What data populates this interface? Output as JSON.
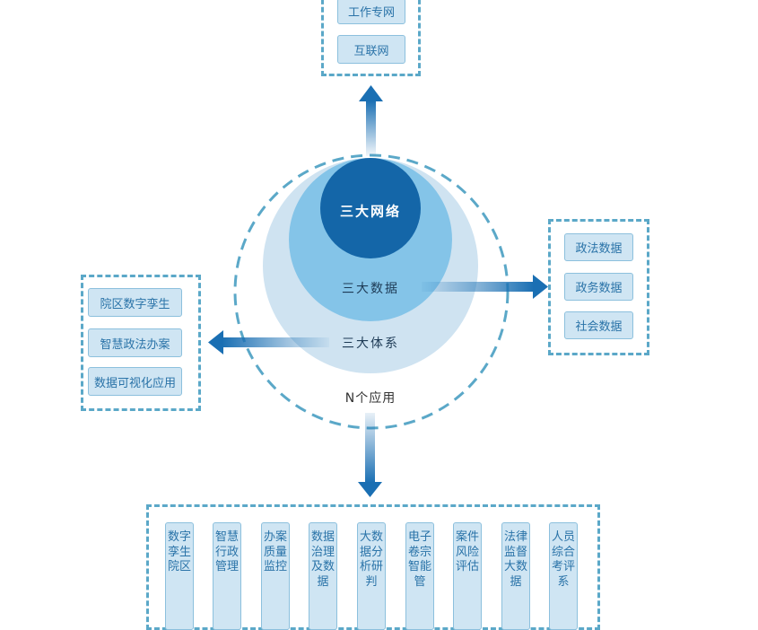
{
  "colors": {
    "dashed_border": "#5ba8c8",
    "outer_circle": "#cfe3f1",
    "mid_circle": "#84c4e8",
    "inner_circle": "#1466a8",
    "arrow": "#1a6fb3",
    "tag_bg": "#cfe5f3",
    "tag_text": "#2a73a8"
  },
  "core": {
    "networks": "三大网络",
    "data": "三大数据",
    "systems": "三大体系",
    "apps": "N个应用"
  },
  "top_group": [
    "工作专网",
    "互联网"
  ],
  "right_group": [
    "政法数据",
    "政务数据",
    "社会数据"
  ],
  "left_group": [
    "院区数字孪生",
    "智慧政法办案",
    "数据可视化应用"
  ],
  "bottom_group": [
    "数字孪生院区",
    "智慧行政管理",
    "办案质量监控",
    "数据治理及数据",
    "大数据分析研判",
    "电子卷宗智能管",
    "案件风险评估",
    "法律监督大数据",
    "人员综合考评系"
  ]
}
